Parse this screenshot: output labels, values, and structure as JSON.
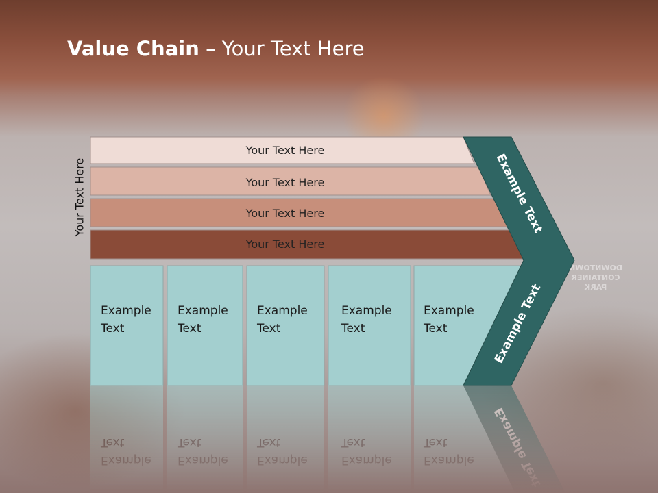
{
  "title": {
    "bold": "Value Chain",
    "rest": " – Your Text Here"
  },
  "side_label": "Your Text Here",
  "bars": [
    {
      "label": "Your Text Here",
      "color": "#efdcd6"
    },
    {
      "label": "Your Text Here",
      "color": "#dcb4a6"
    },
    {
      "label": "Your Text Here",
      "color": "#c78f7b"
    },
    {
      "label": "Your Text Here",
      "color": "#8a4b38"
    }
  ],
  "cells": [
    {
      "line1": "Example",
      "line2": "Text"
    },
    {
      "line1": "Example",
      "line2": "Text"
    },
    {
      "line1": "Example",
      "line2": "Text"
    },
    {
      "line1": "Example",
      "line2": "Text"
    },
    {
      "line1": "Example",
      "line2": "Text"
    }
  ],
  "chevron": {
    "top_label": "Example Text",
    "bottom_label": "Example Text",
    "color": "#2f6563"
  },
  "cell_color": "#a3cfcf",
  "background_sign": [
    "DOWNTOWN",
    "CONTAINER",
    "PARK"
  ]
}
